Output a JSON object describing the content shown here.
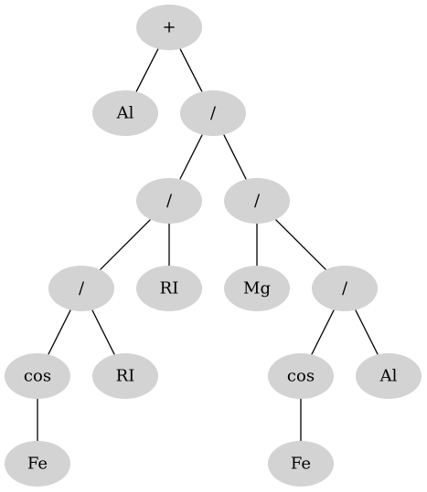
{
  "diagram": {
    "type": "expression-tree",
    "node_color": "#d3d3d3",
    "edge_color": "#000000",
    "nodes": [
      {
        "id": "n0",
        "label": "+"
      },
      {
        "id": "n1",
        "label": "Al"
      },
      {
        "id": "n2",
        "label": "/"
      },
      {
        "id": "n3",
        "label": "/"
      },
      {
        "id": "n4",
        "label": "/"
      },
      {
        "id": "n5",
        "label": "/"
      },
      {
        "id": "n6",
        "label": "RI"
      },
      {
        "id": "n7",
        "label": "Mg"
      },
      {
        "id": "n8",
        "label": "/"
      },
      {
        "id": "n9",
        "label": "cos"
      },
      {
        "id": "n10",
        "label": "RI"
      },
      {
        "id": "n11",
        "label": "cos"
      },
      {
        "id": "n12",
        "label": "Al"
      },
      {
        "id": "n13",
        "label": "Fe"
      },
      {
        "id": "n14",
        "label": "Fe"
      }
    ],
    "edges": [
      {
        "from": "n0",
        "to": "n1"
      },
      {
        "from": "n0",
        "to": "n2"
      },
      {
        "from": "n2",
        "to": "n3"
      },
      {
        "from": "n2",
        "to": "n4"
      },
      {
        "from": "n3",
        "to": "n5"
      },
      {
        "from": "n3",
        "to": "n6"
      },
      {
        "from": "n4",
        "to": "n7"
      },
      {
        "from": "n4",
        "to": "n8"
      },
      {
        "from": "n5",
        "to": "n9"
      },
      {
        "from": "n5",
        "to": "n10"
      },
      {
        "from": "n8",
        "to": "n11"
      },
      {
        "from": "n8",
        "to": "n12"
      },
      {
        "from": "n9",
        "to": "n13"
      },
      {
        "from": "n11",
        "to": "n14"
      }
    ]
  }
}
